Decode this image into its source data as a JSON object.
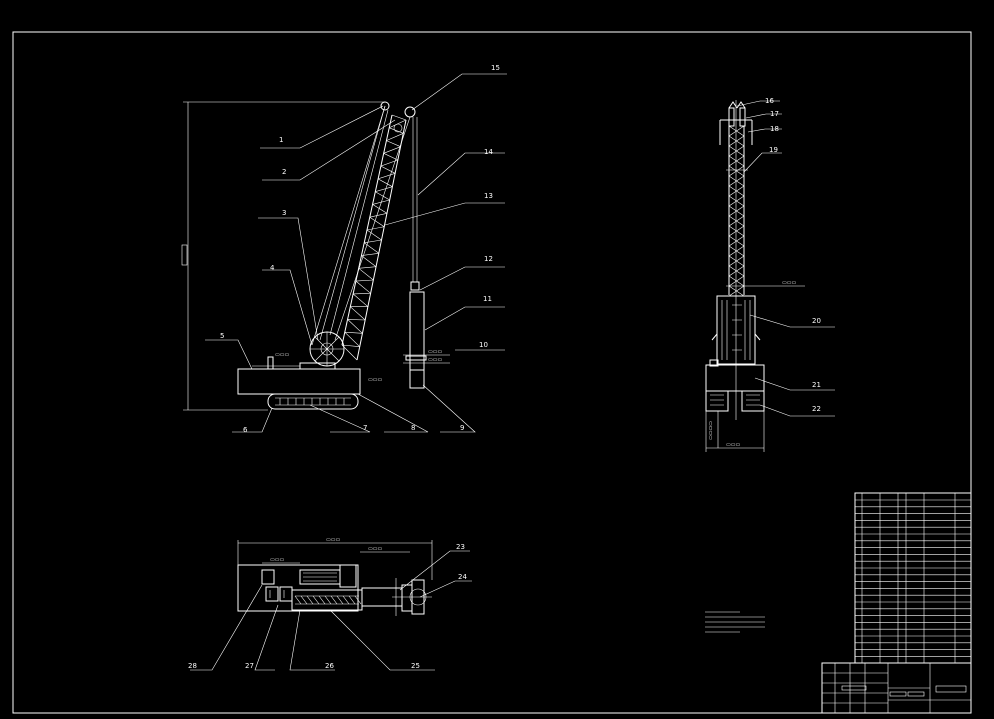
{
  "drawing": {
    "part_numbers_side": [
      "1",
      "2",
      "3",
      "4",
      "5",
      "6",
      "7",
      "8",
      "9",
      "10",
      "11",
      "12",
      "13",
      "14",
      "15"
    ],
    "part_numbers_front": [
      "16",
      "17",
      "18",
      "19",
      "20",
      "21",
      "22"
    ],
    "part_numbers_plan": [
      "23",
      "24",
      "25",
      "26",
      "27",
      "28"
    ]
  },
  "colors": {
    "background": "#000000",
    "line": "#ffffff"
  }
}
